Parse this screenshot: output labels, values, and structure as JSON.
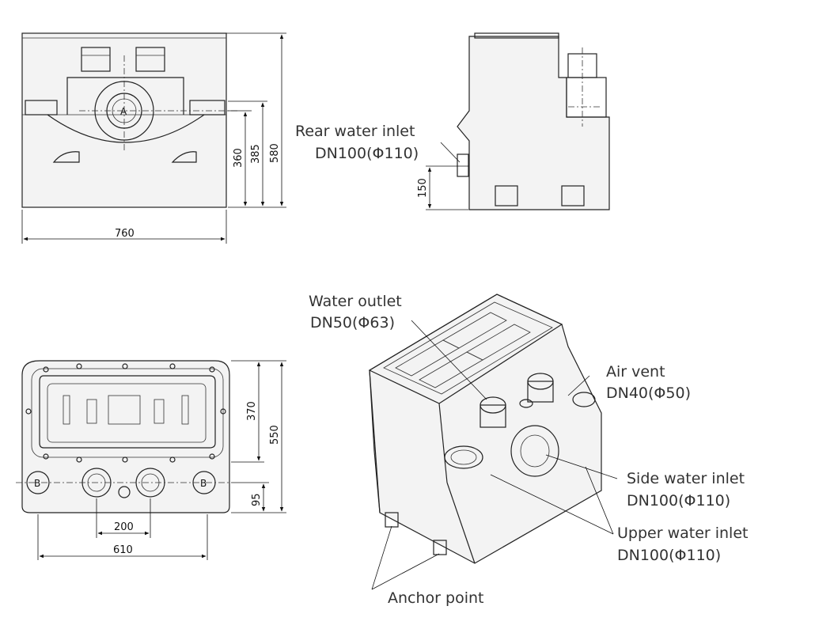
{
  "dimensions": {
    "front_width": "760",
    "front_h1": "360",
    "front_h2": "385",
    "front_h3": "580",
    "side_h": "150",
    "top_d1": "370",
    "top_d2": "550",
    "top_d3": "95",
    "top_w1": "200",
    "top_w2": "610"
  },
  "marks": {
    "a": "A",
    "b": "B"
  },
  "callouts": {
    "rear_inlet_name": "Rear water inlet",
    "rear_inlet_size": "DN100(Φ110)",
    "water_outlet_name": "Water outlet",
    "water_outlet_size": "DN50(Φ63)",
    "air_vent_name": "Air vent",
    "air_vent_size": "DN40(Φ50)",
    "side_inlet_name": "Side water inlet",
    "side_inlet_size": "DN100(Φ110)",
    "upper_inlet_name": "Upper water inlet",
    "upper_inlet_size": "DN100(Φ110)",
    "anchor_point": "Anchor point"
  }
}
